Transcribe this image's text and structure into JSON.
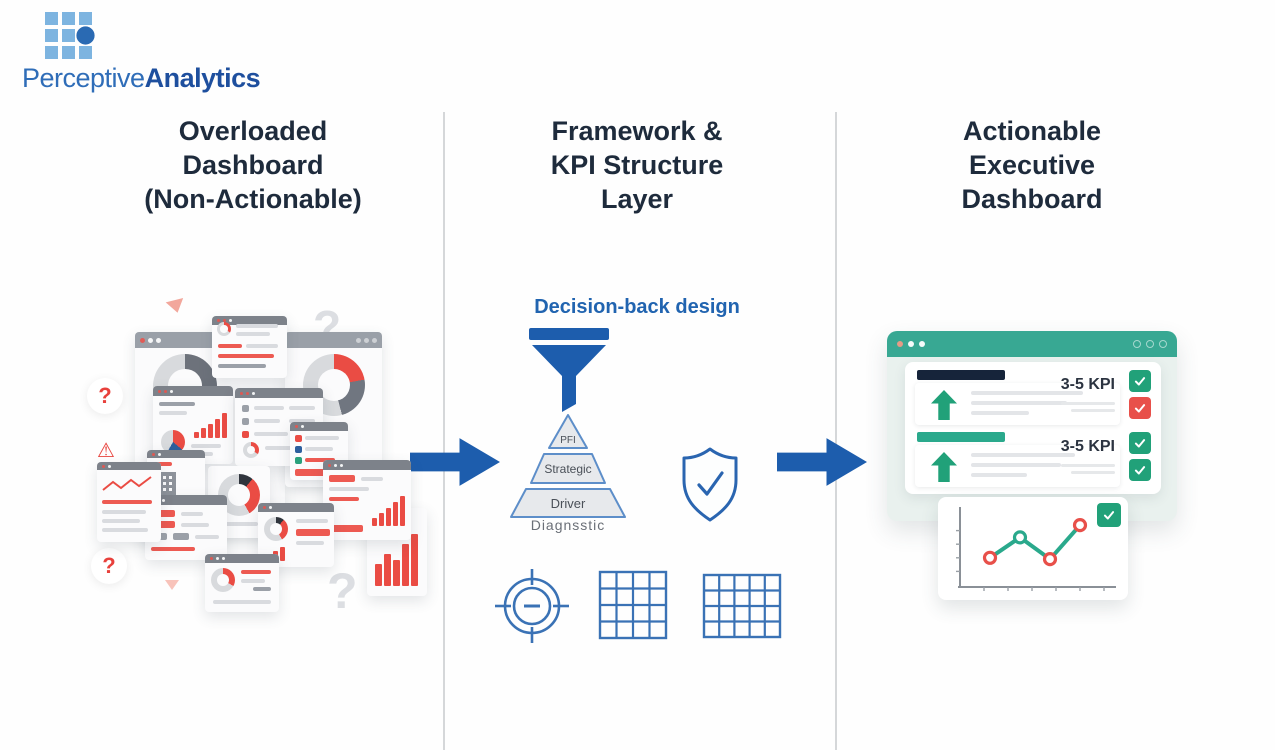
{
  "logo": {
    "brand_regular": "Perceptive",
    "brand_bold": "Analytics"
  },
  "headers": {
    "left": "Overloaded\nDashboard\n(Non-Actionable)",
    "middle": "Framework &\nKPI Structure\nLayer",
    "right": "Actionable\nExecutive\nDashboard"
  },
  "framework": {
    "design_label": "Decision-back design",
    "pyramid": {
      "tier_top": "PFI",
      "tier_middle": "Strategic",
      "tier_bottom": "Driver",
      "base_label": "Diagnsstic"
    }
  },
  "executive_dashboard": {
    "kpi_rows": [
      {
        "kpi_label": "3-5 KPI",
        "bar_color": "#16243a",
        "checks": [
          "green",
          "red"
        ]
      },
      {
        "kpi_label": "3-5 KPI",
        "bar_color": "#2aa98c",
        "checks": [
          "green",
          "green"
        ]
      }
    ]
  },
  "chart_data": {
    "type": "line",
    "x": [
      1,
      2,
      3,
      4
    ],
    "y": [
      2.0,
      3.5,
      1.9,
      4.4
    ],
    "x_ticks": [
      1,
      2,
      3,
      4,
      5,
      6
    ],
    "y_ticks": [
      1,
      2,
      3,
      4
    ],
    "y_range": [
      0,
      5
    ],
    "title": "",
    "xlabel": "",
    "ylabel": "",
    "line_color": "#2aa98c",
    "point_colors": [
      "#e8504a",
      "#2aa98c",
      "#e8504a",
      "#e8504a"
    ]
  },
  "glyphs": {
    "question_mark": "?",
    "warning": "⚠"
  },
  "colors": {
    "accent_blue": "#1d5dad",
    "outline_blue": "#3a72b5",
    "navy_text": "#1e2b3c",
    "teal": "#38a893",
    "check_green": "#21a179",
    "alert_red": "#e8504a",
    "collage_red": "#e8453f"
  }
}
